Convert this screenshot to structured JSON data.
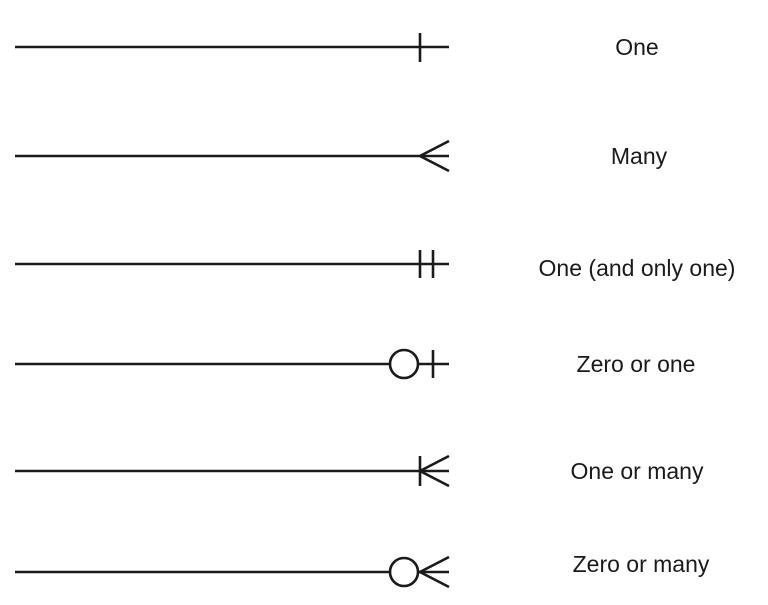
{
  "legend": {
    "rows": [
      {
        "id": "one",
        "notation": "one",
        "label": "One"
      },
      {
        "id": "many",
        "notation": "many",
        "label": "Many"
      },
      {
        "id": "one-and-only-one",
        "notation": "one-and-only-one",
        "label": "One (and only one)"
      },
      {
        "id": "zero-or-one",
        "notation": "zero-or-one",
        "label": "Zero or one"
      },
      {
        "id": "one-or-many",
        "notation": "one-or-many",
        "label": "One or many"
      },
      {
        "id": "zero-or-many",
        "notation": "zero-or-many",
        "label": "Zero or many"
      }
    ]
  },
  "colors": {
    "stroke": "#1a1a1a",
    "background": "#ffffff"
  }
}
